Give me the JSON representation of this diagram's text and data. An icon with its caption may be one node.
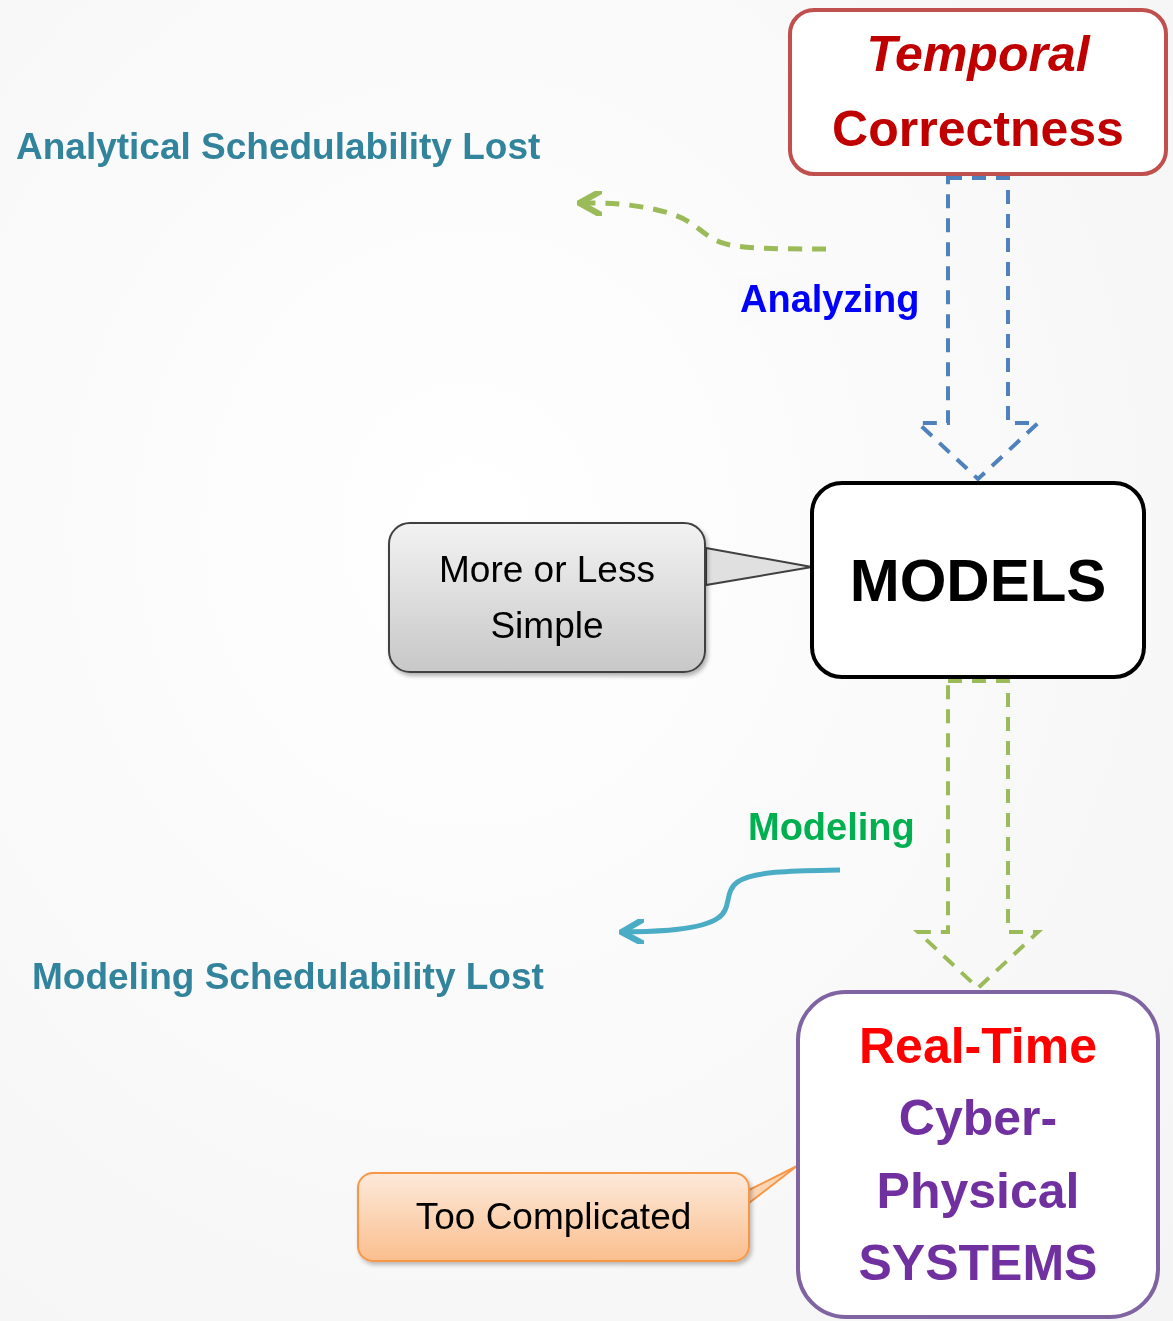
{
  "diagram": {
    "nodes": [
      {
        "text": [
          "*Temporal* Correctness"
        ]
      },
      {
        "text": [
          "Analytical Schedulability Lost"
        ]
      },
      {
        "text": [
          "MODELS"
        ]
      },
      {
        "text": [
          "More or Less Simple"
        ]
      },
      {
        "text": [
          "Modeling Schedulability Lost"
        ]
      },
      {
        "text": [
          "Real-Time",
          "Cyber-Physical SYSTEMS"
        ]
      },
      {
        "text": [
          "Too Complicated"
        ]
      }
    ],
    "edges": [
      {
        "from": 0,
        "to": 2,
        "arrow": "to",
        "label": "Analyzing",
        "style": "dashed",
        "color": "#4f81bd"
      },
      {
        "from": 2,
        "to": 5,
        "arrow": "to",
        "label": "Modeling",
        "style": "dashed",
        "color": "#9bbb59"
      },
      {
        "from": null,
        "to": 1,
        "arrow": "to",
        "style": "dashed",
        "color": "#9bbb59"
      },
      {
        "from": null,
        "to": 4,
        "arrow": "to",
        "color": "#4bacc6"
      },
      {
        "from": 3,
        "to": 2,
        "arrow": "none",
        "color": "#404040"
      },
      {
        "from": 6,
        "to": 5,
        "arrow": "none",
        "color": "#f79646"
      }
    ]
  }
}
